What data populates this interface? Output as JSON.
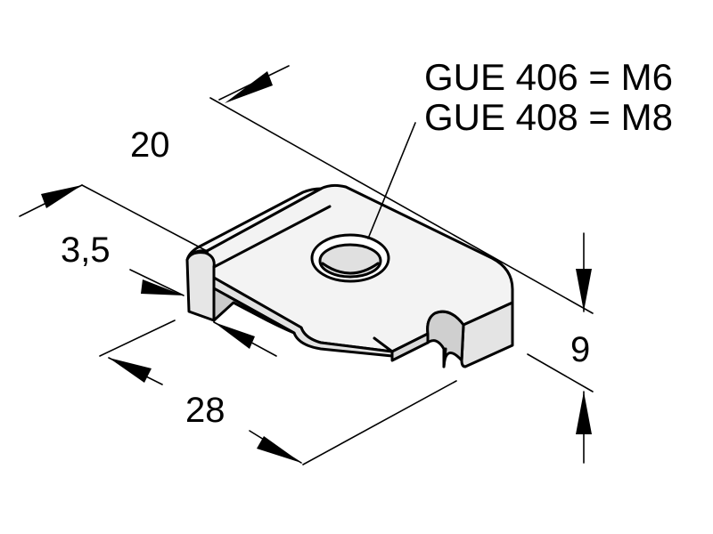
{
  "labels": {
    "line1": "GUE 406 = M6",
    "line2": "GUE 408 = M8"
  },
  "dimensions": {
    "width": "20",
    "thickness": "3,5",
    "length": "28",
    "height": "9"
  },
  "colors": {
    "line": "#000000",
    "face_top": "#f4f4f4",
    "face_side": "#dcdcdc",
    "face_dark": "#bfbfbf",
    "background": "#ffffff"
  }
}
